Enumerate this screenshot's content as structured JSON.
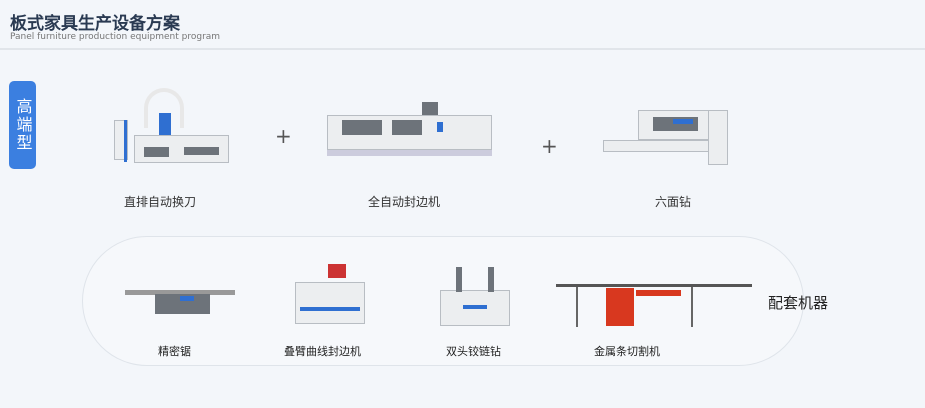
{
  "header": {
    "title": "板式家具生产设备方案",
    "subtitle": "Panel furniture production equipment program"
  },
  "tier_badge": "高端型",
  "main_line": [
    {
      "name": "直排自动换刀"
    },
    {
      "name": "全自动封边机"
    },
    {
      "name": "六面钻"
    }
  ],
  "plus_sign": "+",
  "support": {
    "label": "配套机器",
    "items": [
      {
        "name": "精密锯"
      },
      {
        "name": "叠臂曲线封边机"
      },
      {
        "name": "双头铰链钻"
      },
      {
        "name": "金属条切割机"
      }
    ]
  },
  "colors": {
    "accent": "#3b7fe0"
  }
}
